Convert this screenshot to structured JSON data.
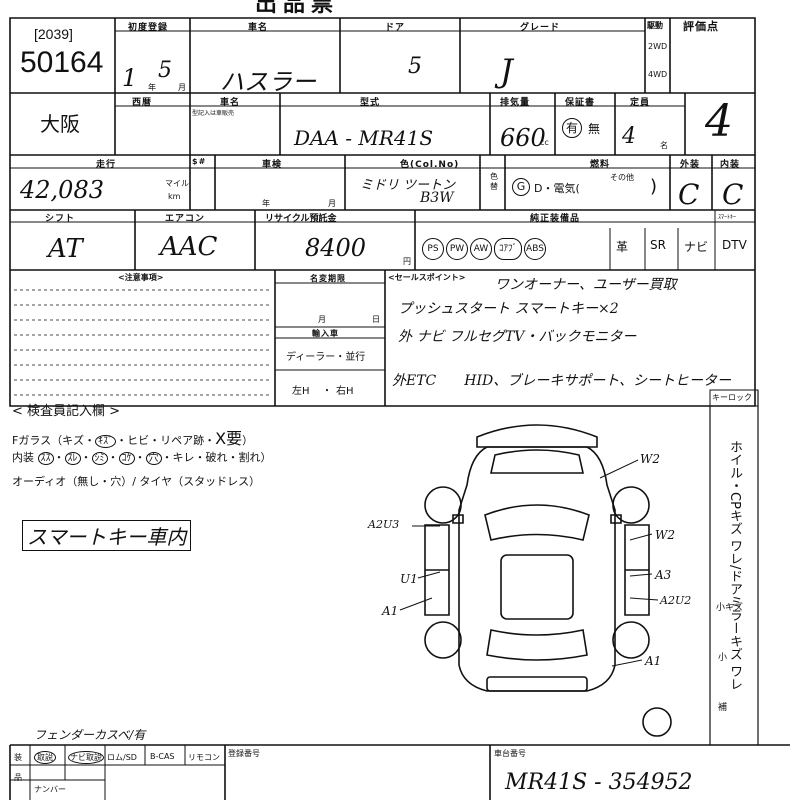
{
  "header": {
    "title": "出品票",
    "lot_prefix": "[2039]",
    "lot_number": "50164",
    "region": "大阪"
  },
  "labels": {
    "first_reg": "初度登録",
    "car_name": "車名",
    "door": "ドア",
    "grade": "グレード",
    "drive": "駆動",
    "drive_2wd": "2WD",
    "drive_4wd": "4WD",
    "score": "評価点",
    "era": "西暦",
    "model_name": "車名",
    "model_note": "型記入は車販売",
    "model_type": "型式",
    "displacement": "排気量",
    "cc": "cc",
    "warranty": "保証書",
    "warranty_yes": "有",
    "warranty_no": "無",
    "capacity": "定員",
    "capacity_unit": "名",
    "mileage": "走行",
    "mileage_flag": "$#",
    "mileage_unit_mile": "マイル",
    "mileage_unit_km": "km",
    "inspection": "車検",
    "year_unit": "年",
    "month_unit": "月",
    "color": "色(Col.No)",
    "color_change": "色替",
    "fuel": "燃料",
    "fuel_g": "G",
    "fuel_d": "D・電気(",
    "fuel_other": "その他",
    "exterior": "外装",
    "interior": "内装",
    "shift": "シフト",
    "aircon": "エアコン",
    "recycle": "リサイクル預託金",
    "yen": "円",
    "equipment": "純正装備品",
    "key": "ｽﾏｰﾄｷｰ",
    "notes": "<注意事項>",
    "name_change": "名変期限",
    "import_car": "輸入車",
    "dealer": "ディーラー・並行",
    "hand_l": "左H",
    "hand_r": "右H",
    "sales_point": "<セールスポイント>",
    "keyless": "キーロック",
    "inspector": "< 検査員記入欄 >",
    "f_glass": "Fガラス（キズ・",
    "f_glass_rest": "・ヒビ・リペア跡・",
    "f_glass_x": "X要",
    "interior_line": "内装",
    "interior_rest": "キレ・破れ・割れ）",
    "audio_line": "オーディオ（無し・穴）/ タイヤ（スタッドレス）",
    "right_vertical": "ホイル・CPキズ ワレ/ドアミラーキズ ワレ",
    "small_scratch": "小キズ",
    "small": "小",
    "repair": "補",
    "bottom_label_1": "装",
    "bottom_label_2": "品",
    "number_plate": "ナンバー",
    "chassis_no": "車台番号",
    "reg_no": "登録番号"
  },
  "values": {
    "year": "1",
    "month": "5",
    "car_name": "ハスラー",
    "door": "5",
    "grade": "J",
    "score": "4",
    "model": "DAA - MR41S",
    "displacement": "660",
    "capacity": "4",
    "mileage": "42,083",
    "color": "ミドリ ツートン",
    "color_no": "B3W",
    "exterior_grade": "C",
    "interior_grade": "C",
    "shift": "AT",
    "aircon": "AAC",
    "recycle": "8400",
    "sales_1": "ワンオーナー、ユーザー買取",
    "sales_2": "プッシュスタート スマートキー×2",
    "sales_3": "外 ナビ フルセグTV・バックモニター",
    "sales_4": "外ETC　　HID、ブレーキサポート、シートヒーター",
    "smart_key_box": "スマートキー車内",
    "bottom_note": "フェンダーカスベ/有",
    "chassis_no": "MR41S - 354952"
  },
  "equipment": [
    "PS",
    "PW",
    "AW",
    "ｺｱﾌﾞ",
    "ABS",
    "革",
    "SR",
    "ナビ",
    "DTV"
  ],
  "equipment_circled": [
    "PS",
    "PW",
    "AW",
    "ｺｱﾌﾞ",
    "ABS"
  ],
  "interior_items": [
    "ｽｽ",
    "ｽﾚ",
    "ｼﾐ",
    "ｺｹ",
    "穴"
  ],
  "bottom_items": [
    "取説",
    "ナビ取説",
    "ロム/SD",
    "B-CAS",
    "リモコン"
  ],
  "damage": {
    "front": "W2",
    "left_front": "A2U3",
    "left_mid": "U1",
    "left_rear": "A1",
    "right_upper": "W2",
    "right_mid": "A3",
    "right_lower": "A2U2",
    "right_rear": "A1"
  }
}
